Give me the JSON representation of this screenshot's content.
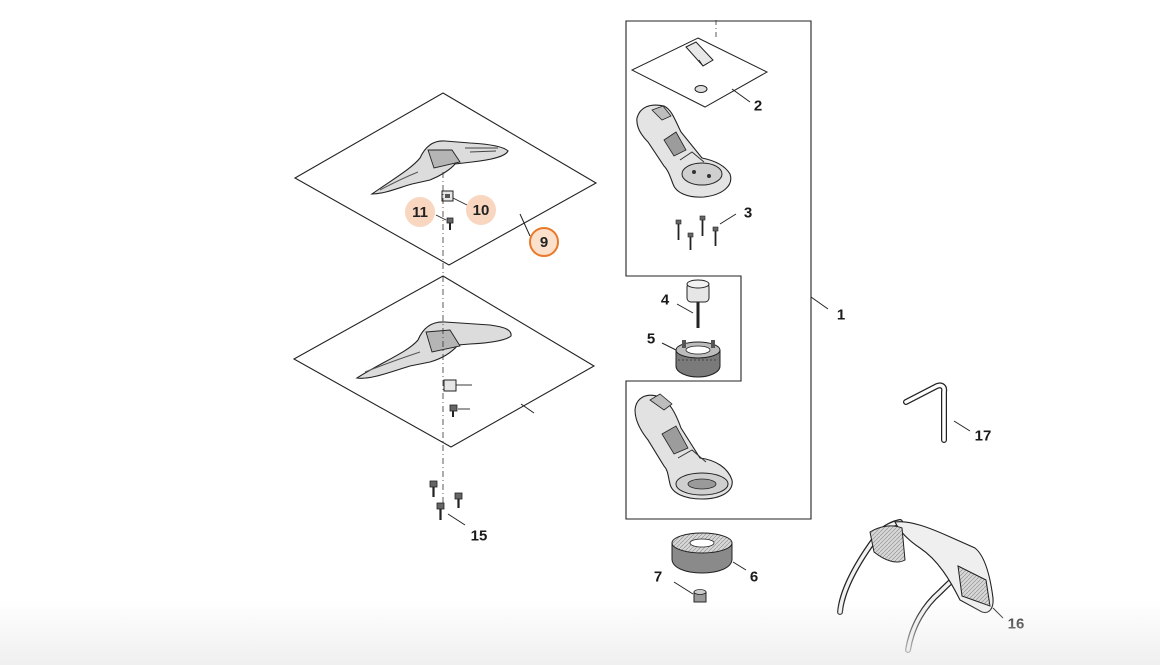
{
  "colors": {
    "line": "#222222",
    "part_fill": "#dcdcdc",
    "part_dark": "#555555",
    "hotspot_soft": "#f8d6bf",
    "hotspot_active_border": "#e8792b"
  },
  "callouts": {
    "p1": "1",
    "p2": "2",
    "p3": "3",
    "p4": "4",
    "p5": "5",
    "p6": "6",
    "p7": "7",
    "p9": "9",
    "p10": "10",
    "p11": "11",
    "p15": "15",
    "p16": "16",
    "p17": "17"
  },
  "hotspot_state": {
    "selected": "9"
  },
  "parts": [
    {
      "id": "9",
      "icon": "handle-kit-icon"
    },
    {
      "id": "10",
      "icon": "nut-icon"
    },
    {
      "id": "11",
      "icon": "screw-icon"
    },
    {
      "id": "15",
      "icon": "screws-icon"
    },
    {
      "id": "1",
      "icon": "handle-housing-icon"
    },
    {
      "id": "2",
      "icon": "housing-shell-icon"
    },
    {
      "id": "3",
      "icon": "screw-set-icon"
    },
    {
      "id": "4",
      "icon": "knob-bolt-icon"
    },
    {
      "id": "5",
      "icon": "clamp-ring-icon"
    },
    {
      "id": "6",
      "icon": "cap-ring-icon"
    },
    {
      "id": "7",
      "icon": "spacer-icon"
    },
    {
      "id": "16",
      "icon": "safety-glasses-icon"
    },
    {
      "id": "17",
      "icon": "hex-key-icon"
    }
  ]
}
